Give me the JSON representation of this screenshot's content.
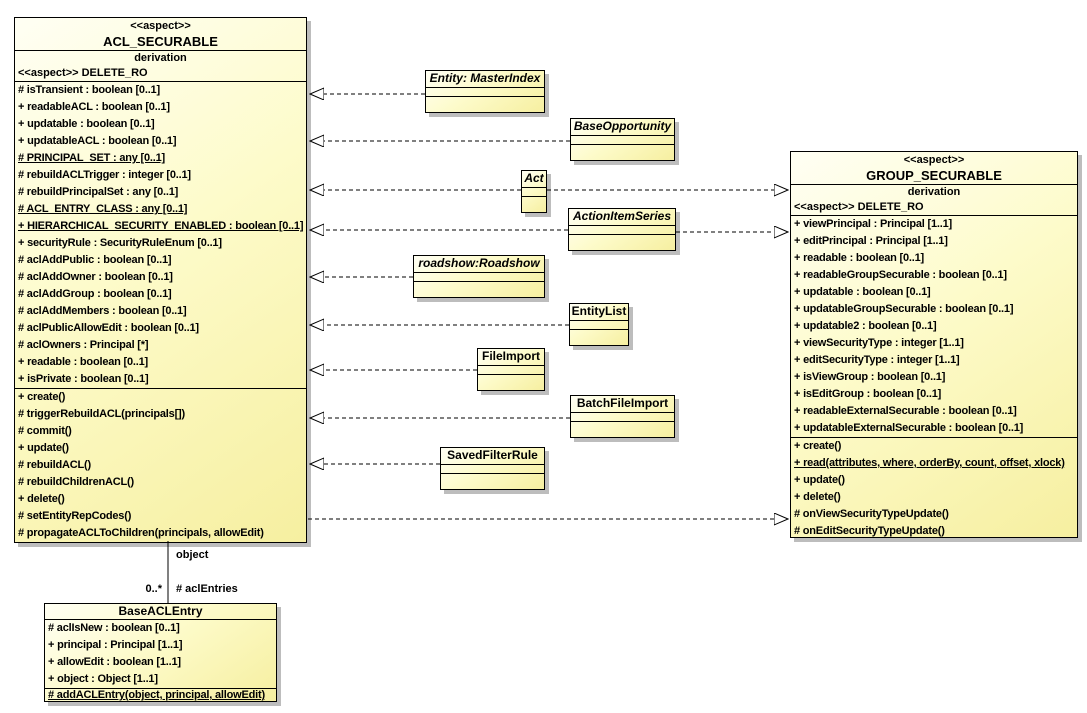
{
  "classes": {
    "acl": {
      "stereotype": "<<aspect>>",
      "name": "ACL_SECURABLE",
      "derivation": "derivation",
      "substereotype": "<<aspect>> DELETE_RO",
      "attributes": [
        "# isTransient : boolean [0..1]",
        "+ readableACL : boolean [0..1]",
        "+ updatable : boolean [0..1]",
        "+ updatableACL : boolean [0..1]",
        {
          "t": "# PRINCIPAL_SET : any [0..1]",
          "u": true
        },
        "# rebuildACLTrigger : integer [0..1]",
        "# rebuildPrincipalSet : any [0..1]",
        {
          "t": "# ACL_ENTRY_CLASS : any [0..1]",
          "u": true
        },
        {
          "t": "+ HIERARCHICAL_SECURITY_ENABLED : boolean [0..1]",
          "u": true
        },
        "+ securityRule : SecurityRuleEnum [0..1]",
        "# aclAddPublic : boolean [0..1]",
        "# aclAddOwner : boolean [0..1]",
        "# aclAddGroup : boolean [0..1]",
        "# aclAddMembers : boolean [0..1]",
        "# aclPublicAllowEdit : boolean [0..1]",
        "# aclOwners : Principal [*]",
        "+ readable : boolean [0..1]",
        "+ isPrivate : boolean [0..1]"
      ],
      "operations": [
        "+ create()",
        "# triggerRebuildACL(principals[])",
        "# commit()",
        "+ update()",
        "# rebuildACL()",
        "# rebuildChildrenACL()",
        "+ delete()",
        "# setEntityRepCodes()",
        "# propagateACLToChildren(principals, allowEdit)"
      ]
    },
    "group": {
      "stereotype": "<<aspect>>",
      "name": "GROUP_SECURABLE",
      "derivation": "derivation",
      "substereotype": "<<aspect>> DELETE_RO",
      "attributes": [
        "+ viewPrincipal : Principal [1..1]",
        "+ editPrincipal : Principal [1..1]",
        "+ readable : boolean [0..1]",
        "+ readableGroupSecurable : boolean [0..1]",
        "+ updatable : boolean [0..1]",
        "+ updatableGroupSecurable : boolean [0..1]",
        "+ updatable2 : boolean [0..1]",
        "+ viewSecurityType : integer [1..1]",
        "+ editSecurityType : integer [1..1]",
        "+ isViewGroup : boolean [0..1]",
        "+ isEditGroup : boolean [0..1]",
        "+ readableExternalSecurable : boolean [0..1]",
        "+ updatableExternalSecurable : boolean [0..1]"
      ],
      "operations": [
        "+ create()",
        {
          "t": "+ read(attributes, where, orderBy, count, offset, xlock)",
          "u": true
        },
        "+ update()",
        "+ delete()",
        "# onViewSecurityTypeUpdate()",
        "# onEditSecurityTypeUpdate()"
      ]
    },
    "base_acl_entry": {
      "name": "BaseACLEntry",
      "attributes": [
        "# aclIsNew : boolean [0..1]",
        "+ principal : Principal [1..1]",
        "+ allowEdit : boolean [1..1]",
        "+ object : Object [1..1]"
      ],
      "operations": [
        {
          "t": "# addACLEntry(object, principal, allowEdit)",
          "u": true
        }
      ]
    },
    "satellites": [
      {
        "label": "Entity: MasterIndex"
      },
      {
        "label": "BaseOpportunity"
      },
      {
        "label": "Act"
      },
      {
        "label": "ActionItemSeries"
      },
      {
        "label": "roadshow:Roadshow"
      },
      {
        "label": "EntityList"
      },
      {
        "label": "FileImport"
      },
      {
        "label": "BatchFileImport"
      },
      {
        "label": "SavedFilterRule"
      }
    ]
  },
  "association": {
    "role_top": "object",
    "multiplicity": "0..*",
    "role_bottom": "# aclEntries"
  },
  "colors": {
    "fill_top": "#fffff4",
    "fill_bottom": "#f6efa0",
    "border": "#000000",
    "shadow": "#bdbdbd",
    "background": "#ffffff"
  }
}
